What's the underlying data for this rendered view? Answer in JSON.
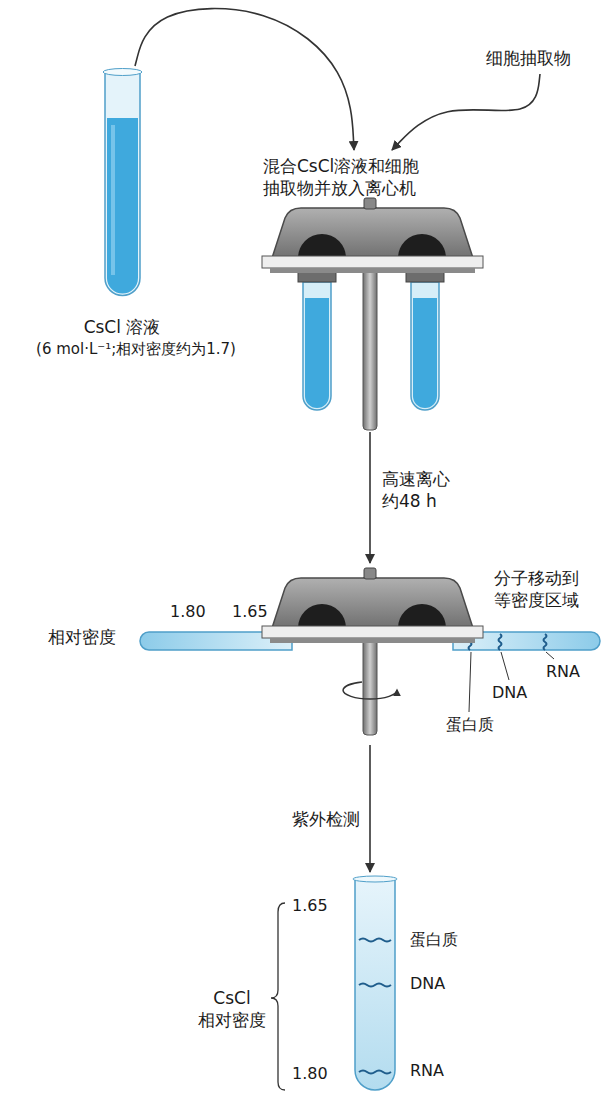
{
  "diagram": {
    "nodes": [
      {
        "text": [
          "CsCl 溶液",
          "(6 mol·L⁻¹;相对密度约为1.7)"
        ]
      },
      {
        "text": [
          "细胞抽取物"
        ]
      },
      {
        "text": [
          "混合CsCl溶液和细胞抽取物并放入离心机"
        ]
      },
      {
        "text": [
          "分子移动到等密度区域"
        ]
      },
      {
        "text": [
          "蛋白质",
          "DNA",
          "RNA"
        ]
      }
    ],
    "edges": [
      {
        "from": 0,
        "to": 2,
        "arrow": "to"
      },
      {
        "from": 1,
        "to": 2,
        "arrow": "to"
      },
      {
        "from": 2,
        "to": 3,
        "label": "高速离心 约48 h",
        "arrow": "to"
      },
      {
        "from": 3,
        "to": 4,
        "label": "紫外检测",
        "arrow": "to"
      }
    ],
    "labels": [
      "相对密度",
      "1.80",
      "1.65",
      "RNA",
      "DNA",
      "蛋白质",
      "1.65",
      "CsCl 相对密度",
      "1.80"
    ]
  }
}
